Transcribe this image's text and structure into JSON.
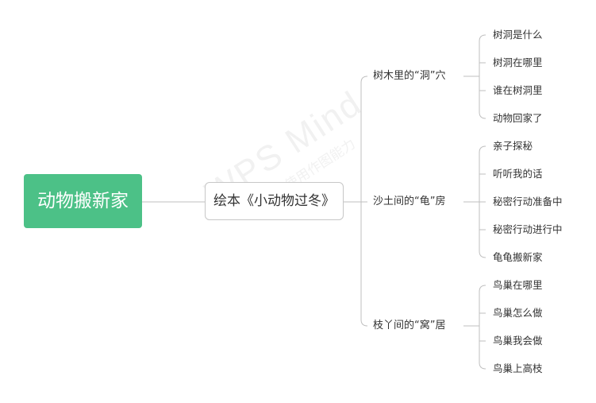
{
  "watermark": {
    "title": "WPS Mind",
    "subtitle": "WPS权使用作图能力"
  },
  "root": {
    "label": "动物搬新家"
  },
  "main": {
    "label": "绘本《小动物过冬》"
  },
  "branches": [
    {
      "label": "树木里的“洞”穴",
      "leaves": [
        "树洞是什么",
        "树洞在哪里",
        "谁在树洞里",
        "动物回家了"
      ]
    },
    {
      "label": "沙土间的“龟”房",
      "leaves": [
        "亲子探秘",
        "听听我的话",
        "秘密行动准备中",
        "秘密行动进行中",
        "龟龟搬新家"
      ]
    },
    {
      "label": "枝丫间的“窝”居",
      "leaves": [
        "鸟巢在哪里",
        "鸟巢怎么做",
        "鸟巢我会做",
        "鸟巢上高枝"
      ]
    }
  ],
  "colors": {
    "root_fill": "#4cc187",
    "line": "#bfbfbf",
    "text": "#333333"
  }
}
